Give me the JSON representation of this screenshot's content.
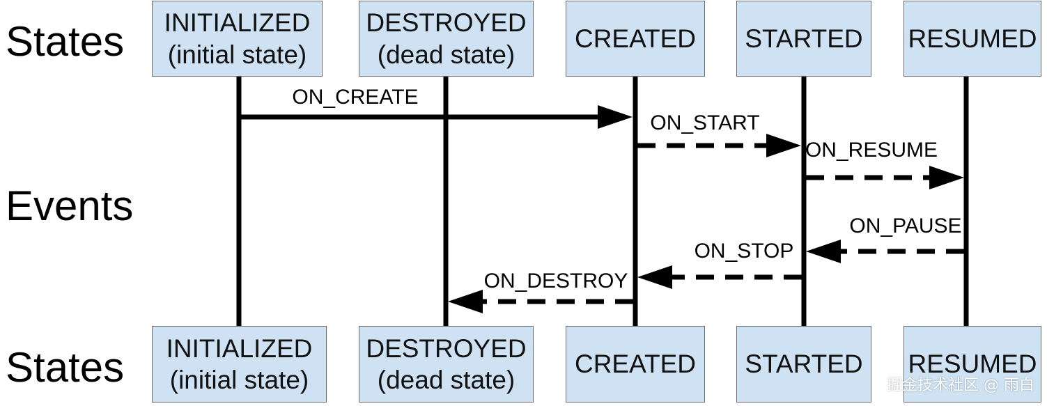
{
  "row_labels": {
    "top": "States",
    "middle": "Events",
    "bottom": "States"
  },
  "states": {
    "initialized": {
      "line1": "INITIALIZED",
      "line2": "(initial state)"
    },
    "destroyed": {
      "line1": "DESTROYED",
      "line2": "(dead state)"
    },
    "created": {
      "line1": "CREATED"
    },
    "started": {
      "line1": "STARTED"
    },
    "resumed": {
      "line1": "RESUMED"
    }
  },
  "events": {
    "on_create": "ON_CREATE",
    "on_start": "ON_START",
    "on_resume": "ON_RESUME",
    "on_pause": "ON_PAUSE",
    "on_stop": "ON_STOP",
    "on_destroy": "ON_DESTROY"
  },
  "watermark": "掘金技术社区 @ 雨白",
  "colors": {
    "state_fill": "#cfe2f3",
    "state_border": "#6d6d6d",
    "line": "#000000"
  }
}
